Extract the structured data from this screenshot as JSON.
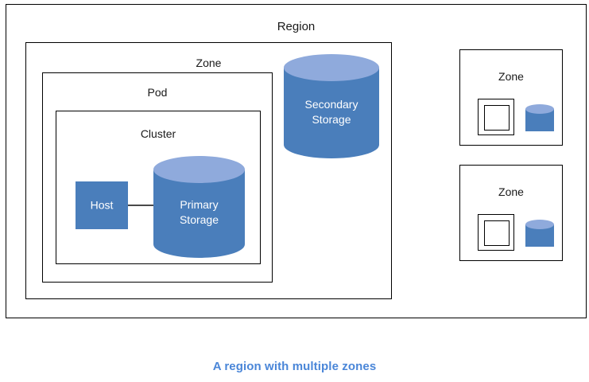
{
  "diagram": {
    "caption": "A region with multiple zones",
    "caption_color": "#4a86d8",
    "region": {
      "label": "Region",
      "zone": {
        "label": "Zone",
        "pod": {
          "label": "Pod",
          "cluster": {
            "label": "Cluster",
            "host": {
              "label": "Host",
              "fill": "#4a7ebb",
              "text_color": "#ffffff"
            },
            "primary_storage": {
              "label_line1": "Primary",
              "label_line2": "Storage",
              "body_color": "#4a7ebb",
              "top_color": "#8faadc"
            }
          }
        },
        "secondary_storage": {
          "label_line1": "Secondary",
          "label_line2": "Storage",
          "body_color": "#4a7ebb",
          "top_color": "#8faadc"
        }
      },
      "additional_zones": [
        {
          "label": "Zone"
        },
        {
          "label": "Zone"
        }
      ]
    }
  }
}
